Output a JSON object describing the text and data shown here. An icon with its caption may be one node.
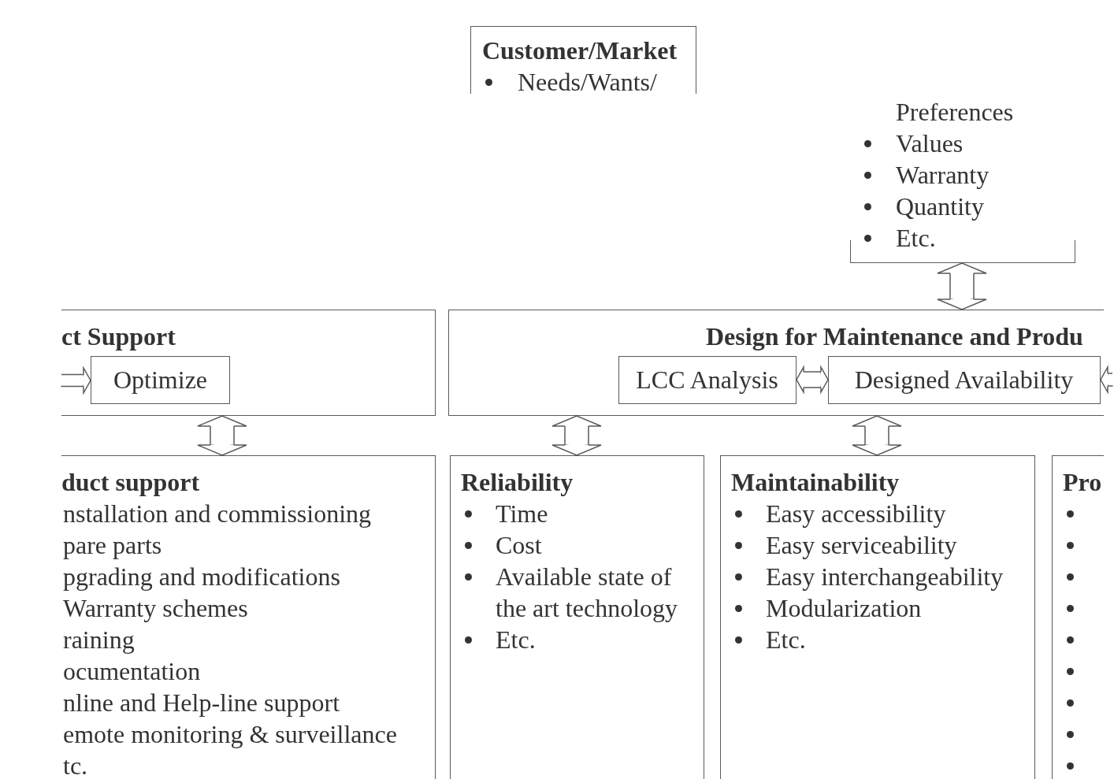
{
  "diagram": {
    "nodes": [
      {
        "text": [
          "Customer/Market",
          "Needs/Wants/"
        ]
      },
      {
        "text": [
          "Preferences",
          "Values",
          "Warranty",
          "Quantity",
          "Etc."
        ]
      },
      {
        "text": [
          "ct Support"
        ]
      },
      {
        "text": [
          "Optimize"
        ],
        "in": 2
      },
      {
        "text": [
          "Design for Maintenance and Produ"
        ]
      },
      {
        "text": [
          "LCC Analysis"
        ],
        "in": 4
      },
      {
        "text": [
          "Designed Availability"
        ],
        "in": 4
      },
      {
        "text": [
          "duct support",
          "nstallation and commissioning",
          "pare parts",
          "pgrading and modifications",
          "Warranty schemes",
          "raining",
          "ocumentation",
          "nline and Help-line support",
          "emote monitoring & surveillance",
          "tc."
        ]
      },
      {
        "text": [
          "Reliability",
          "Time",
          "Cost",
          "Available state of the art technology",
          "Etc."
        ]
      },
      {
        "text": [
          "Maintainability",
          "Easy accessibility",
          "Easy serviceability",
          "Easy interchangeability",
          "Modularization",
          "Etc."
        ]
      },
      {
        "text": [
          "Pro"
        ]
      }
    ],
    "edges": [
      {
        "from": 1,
        "to": 4,
        "arrow": "both"
      },
      {
        "from": null,
        "to": 3,
        "arrow": "to"
      },
      {
        "from": 5,
        "to": 6,
        "arrow": "both"
      },
      {
        "from": null,
        "to": 6,
        "arrow": "to"
      },
      {
        "from": 2,
        "to": 7,
        "arrow": "both"
      },
      {
        "from": 4,
        "to": 8,
        "arrow": "both"
      },
      {
        "from": 4,
        "to": 9,
        "arrow": "both"
      }
    ]
  }
}
